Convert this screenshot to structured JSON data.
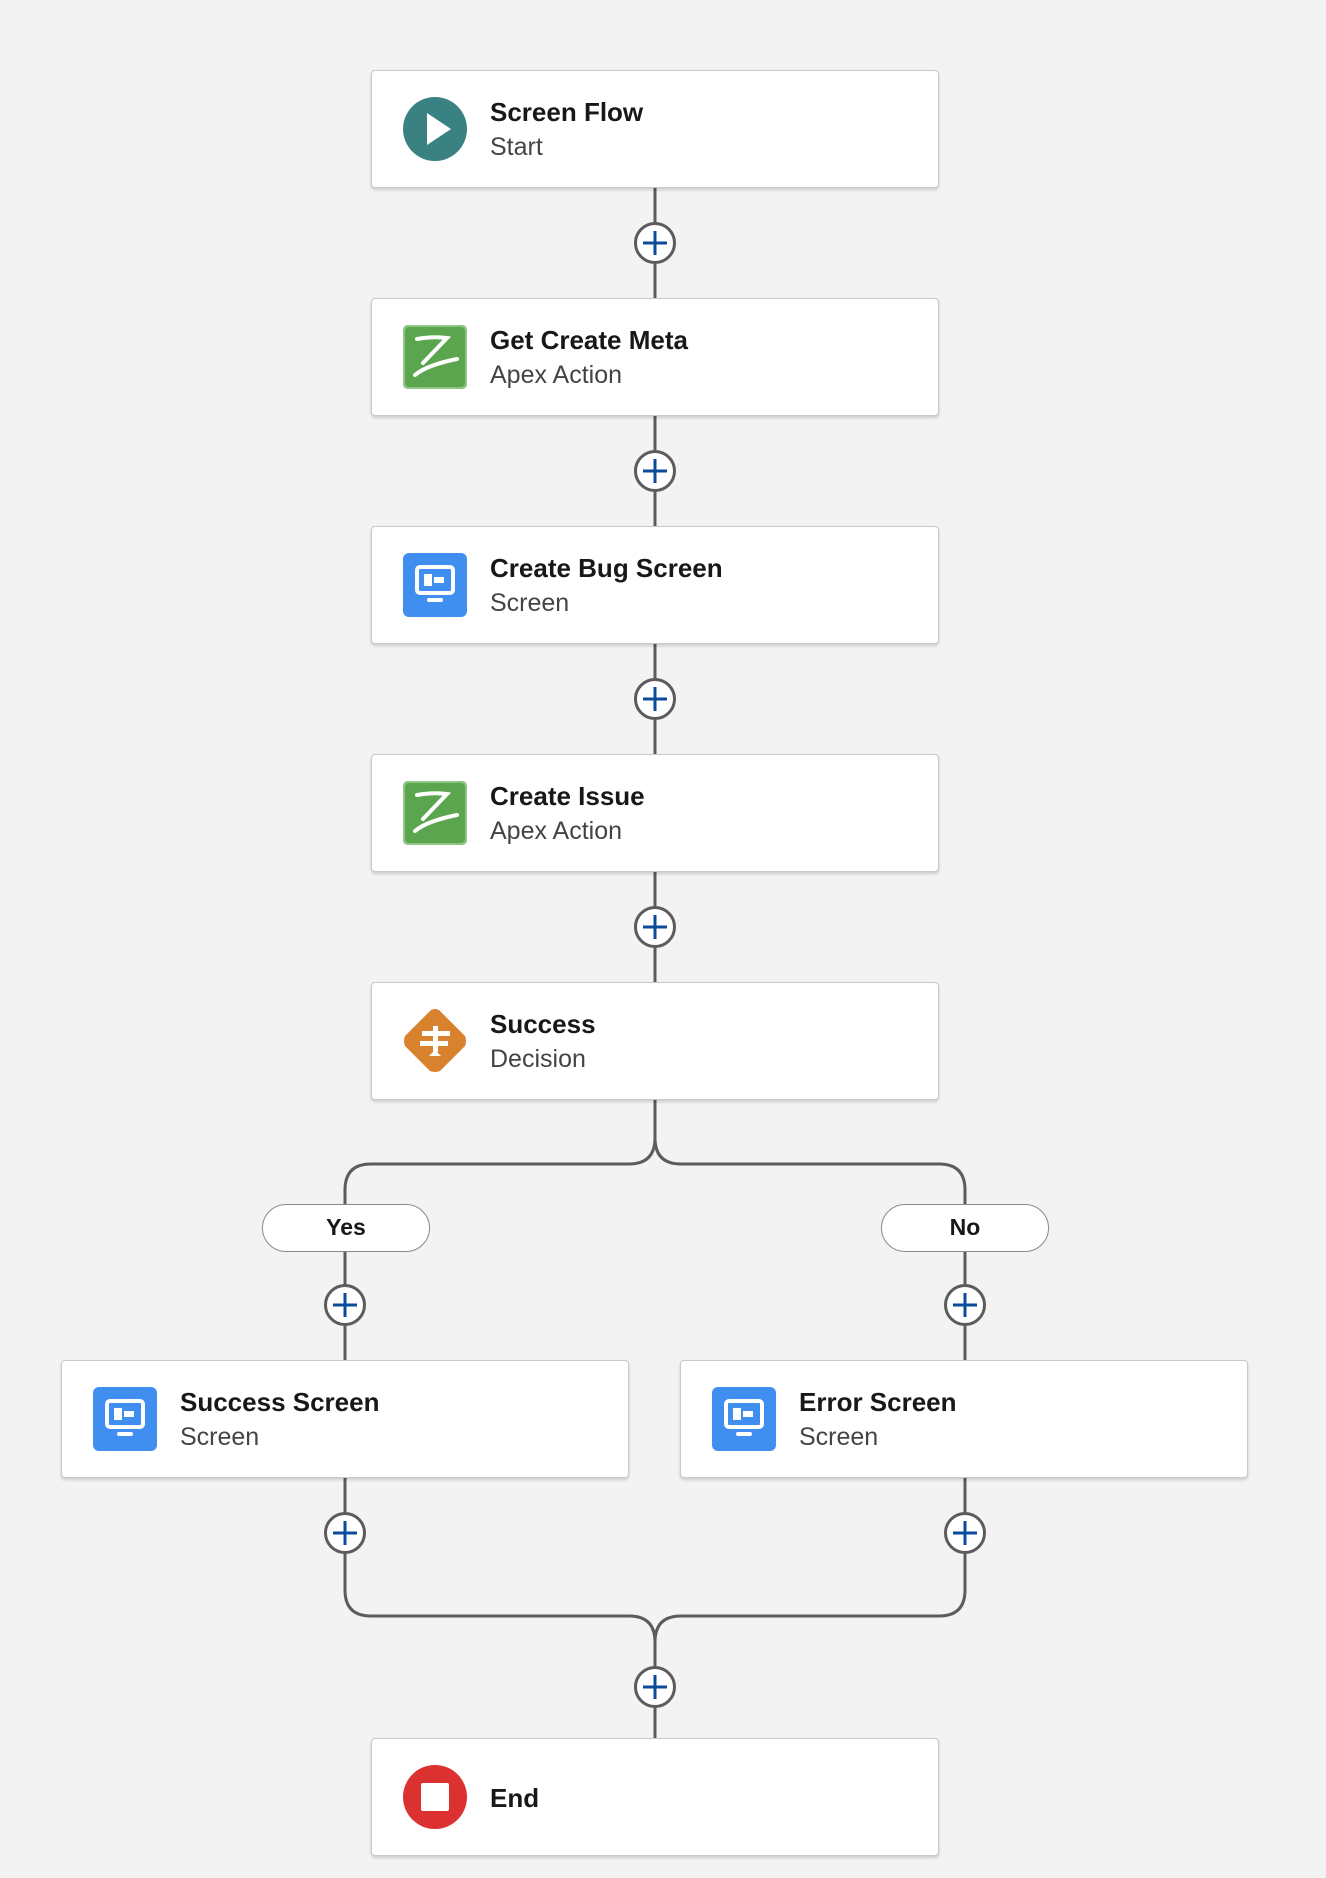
{
  "nodes": {
    "start": {
      "title": "Screen Flow",
      "subtitle": "Start",
      "icon": "play-icon",
      "color": "#3a8282"
    },
    "get_create_meta": {
      "title": "Get Create Meta",
      "subtitle": "Apex Action",
      "icon": "apex-action-icon",
      "color": "#5ba54f"
    },
    "create_bug_screen": {
      "title": "Create Bug Screen",
      "subtitle": "Screen",
      "icon": "screen-icon",
      "color": "#3f8ef0"
    },
    "create_issue": {
      "title": "Create Issue",
      "subtitle": "Apex Action",
      "icon": "apex-action-icon",
      "color": "#5ba54f"
    },
    "success_decision": {
      "title": "Success",
      "subtitle": "Decision",
      "icon": "decision-icon",
      "color": "#d8822e"
    },
    "success_screen": {
      "title": "Success Screen",
      "subtitle": "Screen",
      "icon": "screen-icon",
      "color": "#3f8ef0"
    },
    "error_screen": {
      "title": "Error Screen",
      "subtitle": "Screen",
      "icon": "screen-icon",
      "color": "#3f8ef0"
    },
    "end": {
      "title": "End",
      "icon": "stop-icon",
      "color": "#dc3131"
    }
  },
  "branches": {
    "yes": "Yes",
    "no": "No"
  },
  "colors": {
    "connector": "#5c5c5c",
    "add_plus": "#0b4b9c",
    "background": "#f3f3f3"
  }
}
